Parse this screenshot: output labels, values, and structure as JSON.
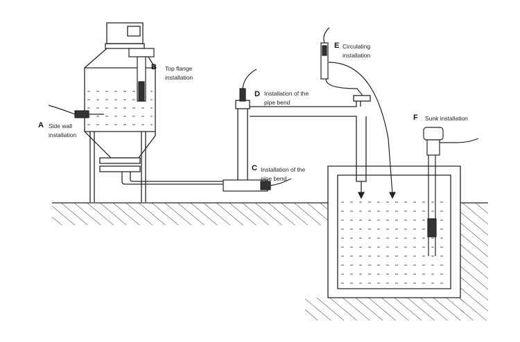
{
  "installations": [
    {
      "id": "A",
      "letter": "A",
      "lines": [
        "Side wall",
        "installation"
      ]
    },
    {
      "id": "B",
      "letter": "B",
      "lines": [
        "Top flange",
        "installation"
      ]
    },
    {
      "id": "C",
      "letter": "C",
      "lines": [
        "Installation of the",
        "pipe bend"
      ]
    },
    {
      "id": "D",
      "letter": "D",
      "lines": [
        "Installation of the",
        "pipe bend"
      ]
    },
    {
      "id": "E",
      "letter": "E",
      "lines": [
        "Circulating",
        "installation"
      ]
    },
    {
      "id": "F",
      "letter": "F",
      "lines": [
        "Sunk installation"
      ]
    }
  ],
  "colors": {
    "line": "#1a1a1a",
    "water": "#555555",
    "sensor": "#2a2a2a",
    "background": "#ffffff"
  }
}
